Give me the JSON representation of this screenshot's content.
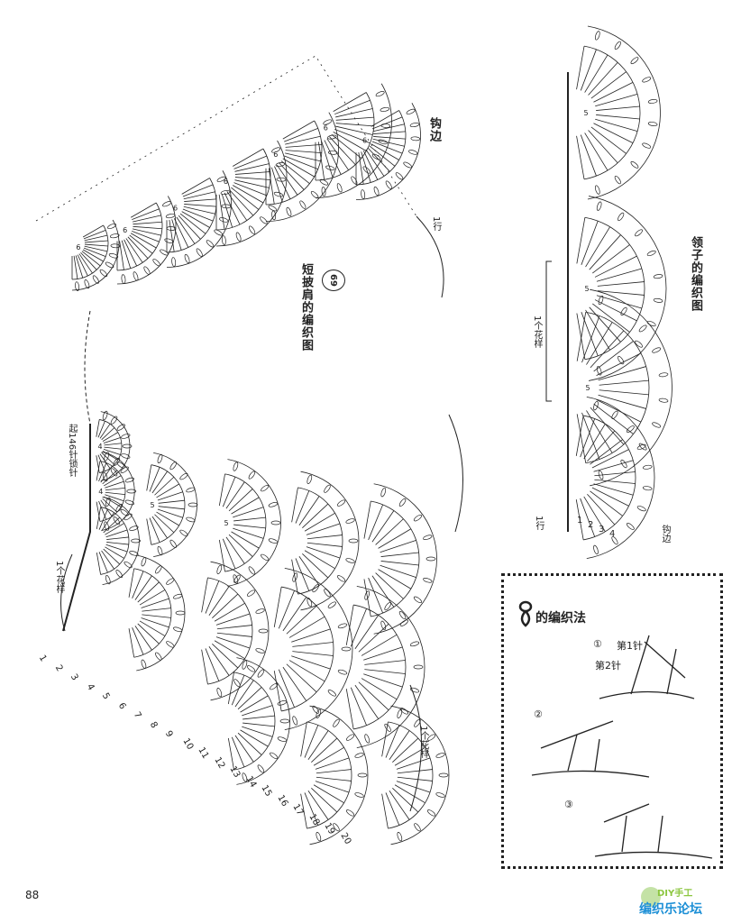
{
  "page_number": "88",
  "shawl": {
    "badge": "69",
    "title": "短披肩的编织图",
    "edging_label": "钩边",
    "row1_label": "1行",
    "chain_label": "起146针锁针",
    "repeat_label_left": "1个花样",
    "repeat_label_bottom": "1个花样",
    "row_numbers": [
      "1",
      "2",
      "3",
      "4",
      "5",
      "6",
      "7",
      "8",
      "9",
      "10",
      "11",
      "12",
      "13",
      "14",
      "15",
      "16",
      "17",
      "18",
      "19",
      "20"
    ],
    "fan_counts": [
      "4",
      "5",
      "6"
    ]
  },
  "collar": {
    "title": "领子的编织图",
    "repeat_label": "1个花样",
    "edging_label": "钩边",
    "row1_label": "1行",
    "row_numbers": [
      "1",
      "2",
      "3",
      "4"
    ],
    "fan_count": "5"
  },
  "legend_box": {
    "title": "的编织法",
    "symbol": "puff-stitch-icon",
    "steps": [
      {
        "marker": "①",
        "labels": [
          "第1针",
          "第2针"
        ]
      },
      {
        "marker": "②",
        "labels": []
      },
      {
        "marker": "③",
        "labels": []
      }
    ]
  },
  "watermark": {
    "line1": "DIY手工",
    "line2": "编织乐论坛"
  }
}
